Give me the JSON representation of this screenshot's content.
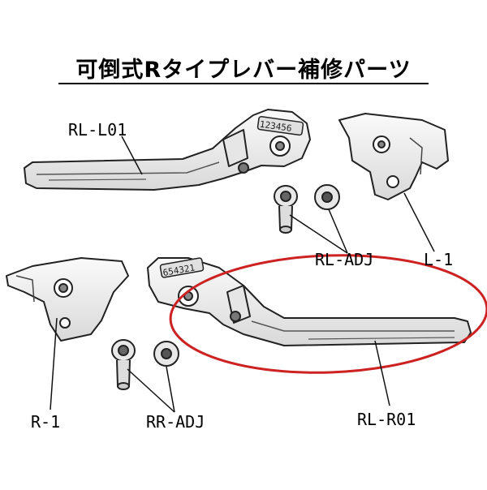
{
  "title": "可倒式Rタイプレバー補修パーツ",
  "labels": {
    "rl_l01": "RL-L01",
    "rl_adj": "RL-ADJ",
    "l_1": "L-1",
    "r_1": "R-1",
    "rr_adj": "RR-ADJ",
    "rl_r01": "RL-R01"
  },
  "dials": {
    "upper": "123456",
    "lower": "654321"
  },
  "colors": {
    "line": "#222222",
    "fill": "#f2f2f2",
    "highlight": "#cc2222"
  }
}
